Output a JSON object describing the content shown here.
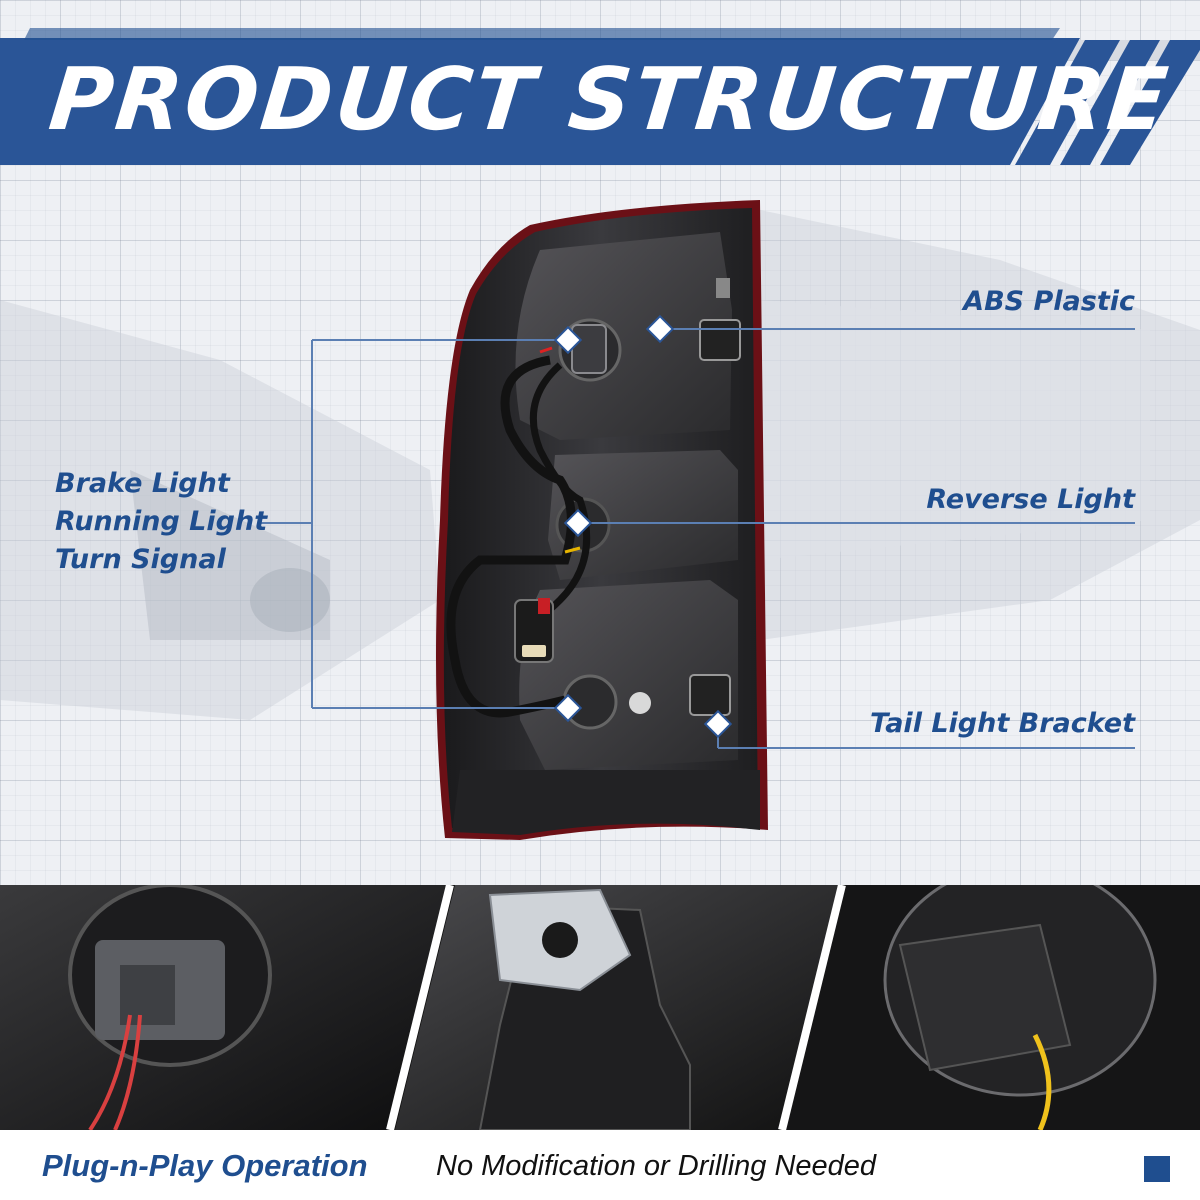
{
  "header": {
    "title": "PRODUCT STRUCTURE"
  },
  "callouts": {
    "abs_plastic": "ABS  Plastic",
    "left_group": [
      "Brake Light",
      "Running Light",
      "Turn Signal"
    ],
    "reverse_light": "Reverse Light",
    "tail_light_bracket": "Tail Light Bracket"
  },
  "footer": {
    "feature": "Plug-n-Play Operation",
    "description": "No Modification or Drilling Needed"
  },
  "colors": {
    "brand_blue": "#1f4e8f",
    "banner_blue": "#2a5597"
  }
}
